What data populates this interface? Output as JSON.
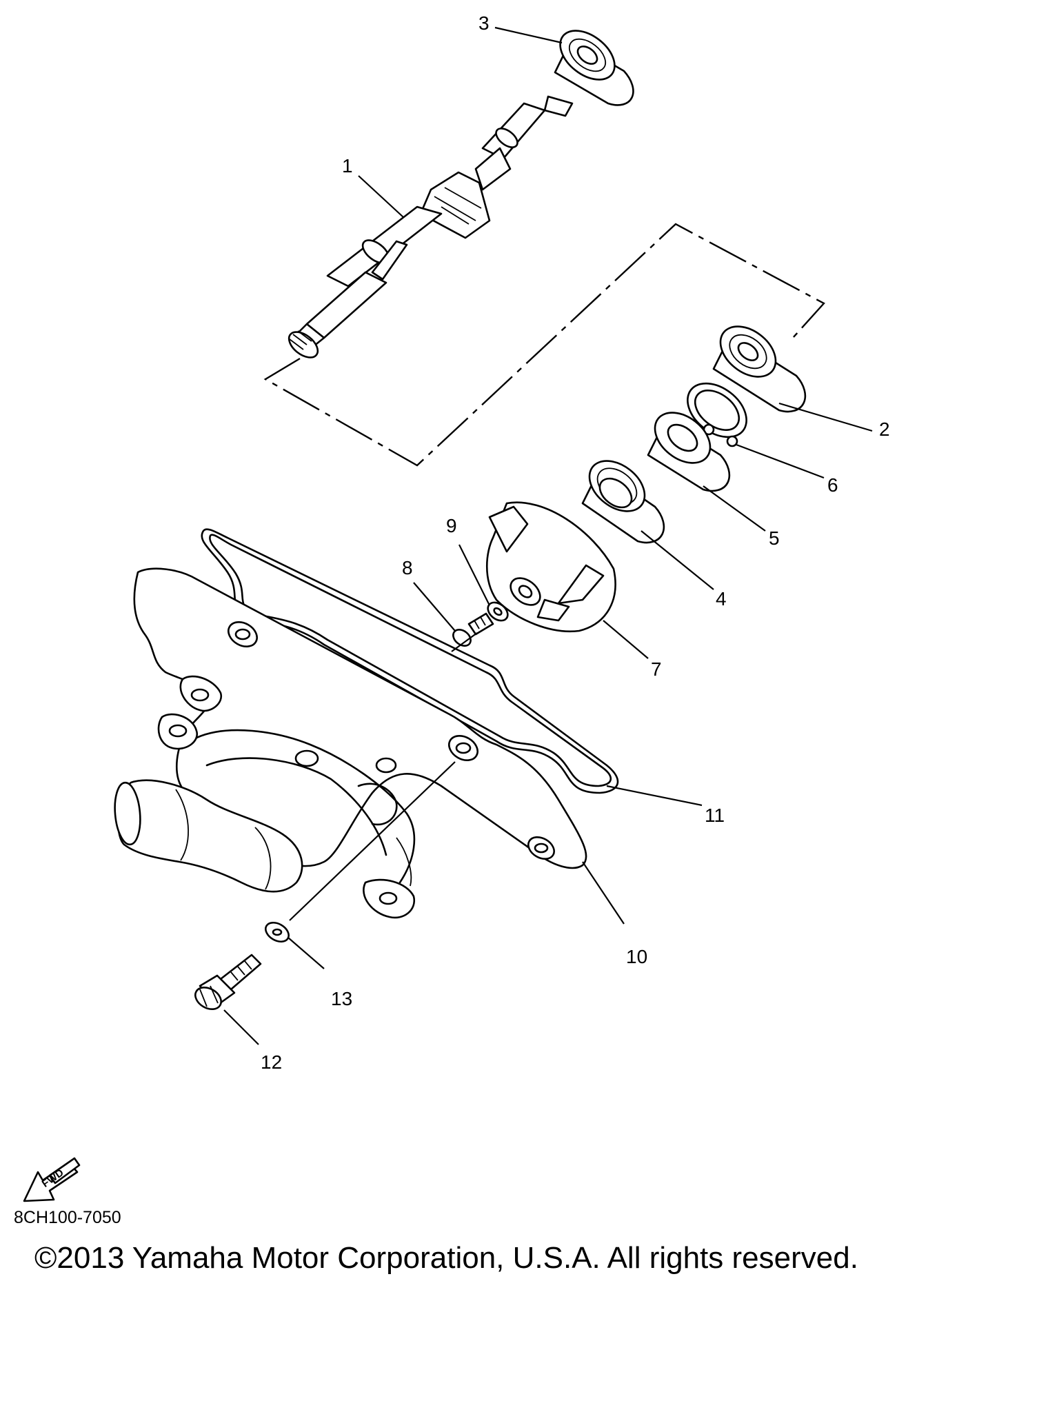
{
  "diagram": {
    "callouts": [
      "1",
      "2",
      "3",
      "4",
      "5",
      "6",
      "7",
      "8",
      "9",
      "10",
      "11",
      "12",
      "13"
    ],
    "direction_label": "FWD",
    "drawing_code": "8CH100-7050",
    "copyright": "©2013 Yamaha Motor Corporation, U.S.A. All rights reserved."
  }
}
